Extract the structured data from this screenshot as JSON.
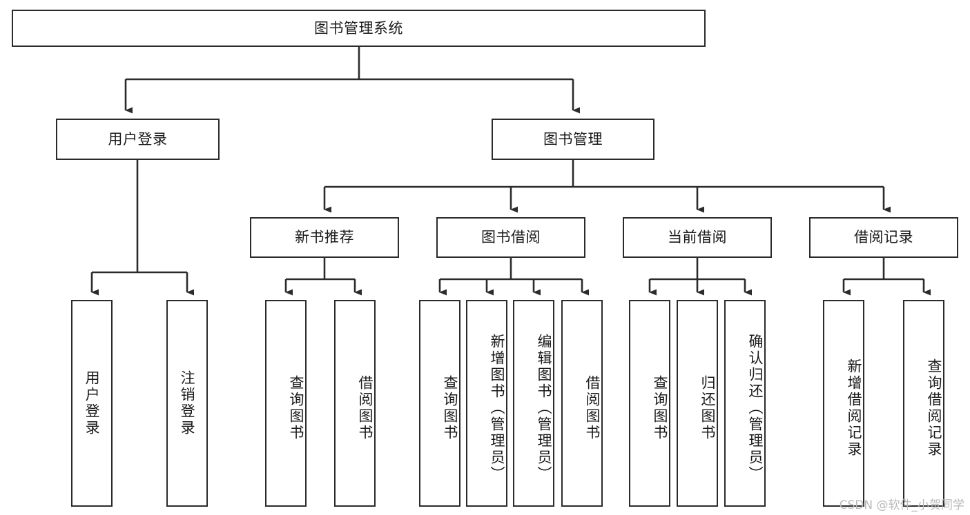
{
  "diagram": {
    "title": "图书管理系统",
    "watermark": "CSDN @软件_小贺同学",
    "colors": {
      "stroke": "#2b2b2b",
      "fill": "#ffffff",
      "text": "#1a1a1a",
      "watermark": "#b9b9b9"
    },
    "levels": {
      "root": {
        "label": "图书管理系统"
      },
      "level2": [
        {
          "label": "用户登录"
        },
        {
          "label": "图书管理"
        }
      ],
      "level3": [
        {
          "label": "新书推荐"
        },
        {
          "label": "图书借阅"
        },
        {
          "label": "当前借阅"
        },
        {
          "label": "借阅记录"
        }
      ],
      "leaves": [
        {
          "label": "用户登录",
          "parent": "用户登录"
        },
        {
          "label": "注销登录",
          "parent": "用户登录"
        },
        {
          "label": "查询图书",
          "parent": "新书推荐"
        },
        {
          "label": "借阅图书",
          "parent": "新书推荐"
        },
        {
          "label": "查询图书",
          "parent": "图书借阅"
        },
        {
          "label": "新增图书（管理员）",
          "parent": "图书借阅"
        },
        {
          "label": "编辑图书（管理员）",
          "parent": "图书借阅"
        },
        {
          "label": "借阅图书",
          "parent": "图书借阅"
        },
        {
          "label": "查询图书",
          "parent": "当前借阅"
        },
        {
          "label": "归还图书",
          "parent": "当前借阅"
        },
        {
          "label": "确认归还（管理员）",
          "parent": "当前借阅"
        },
        {
          "label": "新增借阅记录",
          "parent": "借阅记录"
        },
        {
          "label": "查询借阅记录",
          "parent": "借阅记录"
        }
      ]
    }
  }
}
